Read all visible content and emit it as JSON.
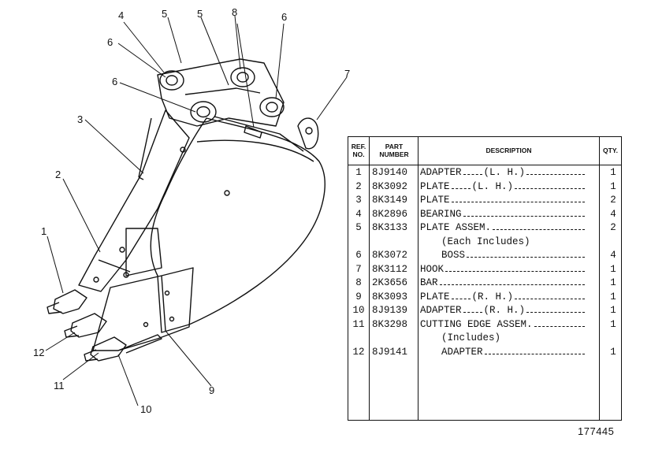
{
  "callouts": [
    "1",
    "2",
    "3",
    "4",
    "5",
    "5",
    "6",
    "6",
    "6",
    "7",
    "8",
    "9",
    "10",
    "11",
    "12"
  ],
  "table": {
    "headers": {
      "ref": "REF. NO.",
      "part": "PART NUMBER",
      "description": "DESCRIPTION",
      "qty": "QTY."
    },
    "rows": [
      {
        "ref": "1",
        "part": "8J9140",
        "description": "ADAPTER",
        "note": "(L. H.)",
        "qty": "1"
      },
      {
        "ref": "2",
        "part": "8K3092",
        "description": "PLATE",
        "note": "(L. H.)",
        "qty": "1"
      },
      {
        "ref": "3",
        "part": "8K3149",
        "description": "PLATE",
        "note": "",
        "qty": "2"
      },
      {
        "ref": "4",
        "part": "8K2896",
        "description": "BEARING",
        "note": "",
        "qty": "4"
      },
      {
        "ref": "5",
        "part": "8K3133",
        "description": "PLATE ASSEM.",
        "note": "",
        "qty": "2"
      },
      {
        "ref": "",
        "part": "",
        "description": "(Each Includes)",
        "note": "",
        "qty": ""
      },
      {
        "ref": "6",
        "part": "8K3072",
        "description": "BOSS",
        "note": "",
        "qty": "4"
      },
      {
        "ref": "7",
        "part": "8K3112",
        "description": "HOOK",
        "note": "",
        "qty": "1"
      },
      {
        "ref": "8",
        "part": "2K3656",
        "description": "BAR",
        "note": "",
        "qty": "1"
      },
      {
        "ref": "9",
        "part": "8K3093",
        "description": "PLATE",
        "note": "(R. H.)",
        "qty": "1"
      },
      {
        "ref": "10",
        "part": "8J9139",
        "description": "ADAPTER",
        "note": "(R. H.)",
        "qty": "1"
      },
      {
        "ref": "11",
        "part": "8K3298",
        "description": "CUTTING EDGE ASSEM.",
        "note": "",
        "qty": "1"
      },
      {
        "ref": "",
        "part": "",
        "description": "(Includes)",
        "note": "",
        "qty": ""
      },
      {
        "ref": "12",
        "part": "8J9141",
        "description": "ADAPTER",
        "note": "",
        "qty": "1"
      }
    ]
  },
  "drawing_number": "177445"
}
